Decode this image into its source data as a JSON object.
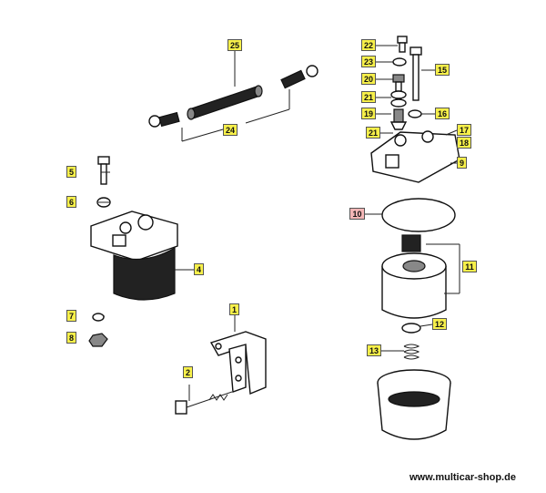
{
  "diagram": {
    "labels": [
      {
        "id": "1",
        "color": "yellow"
      },
      {
        "id": "2",
        "color": "yellow"
      },
      {
        "id": "4",
        "color": "yellow"
      },
      {
        "id": "5",
        "color": "yellow"
      },
      {
        "id": "6",
        "color": "yellow"
      },
      {
        "id": "7",
        "color": "yellow"
      },
      {
        "id": "8",
        "color": "yellow"
      },
      {
        "id": "9",
        "color": "yellow"
      },
      {
        "id": "10",
        "color": "pink"
      },
      {
        "id": "11",
        "color": "yellow"
      },
      {
        "id": "12",
        "color": "yellow"
      },
      {
        "id": "13",
        "color": "yellow"
      },
      {
        "id": "15",
        "color": "yellow"
      },
      {
        "id": "16",
        "color": "yellow"
      },
      {
        "id": "17",
        "color": "yellow"
      },
      {
        "id": "18",
        "color": "yellow"
      },
      {
        "id": "19",
        "color": "yellow"
      },
      {
        "id": "20",
        "color": "yellow"
      },
      {
        "id": "21a",
        "text": "21",
        "color": "yellow"
      },
      {
        "id": "21b",
        "text": "21",
        "color": "yellow"
      },
      {
        "id": "22",
        "color": "yellow"
      },
      {
        "id": "23",
        "color": "yellow"
      },
      {
        "id": "24",
        "color": "yellow"
      },
      {
        "id": "25",
        "color": "yellow"
      }
    ],
    "footer": "www.multicar-shop.de"
  }
}
